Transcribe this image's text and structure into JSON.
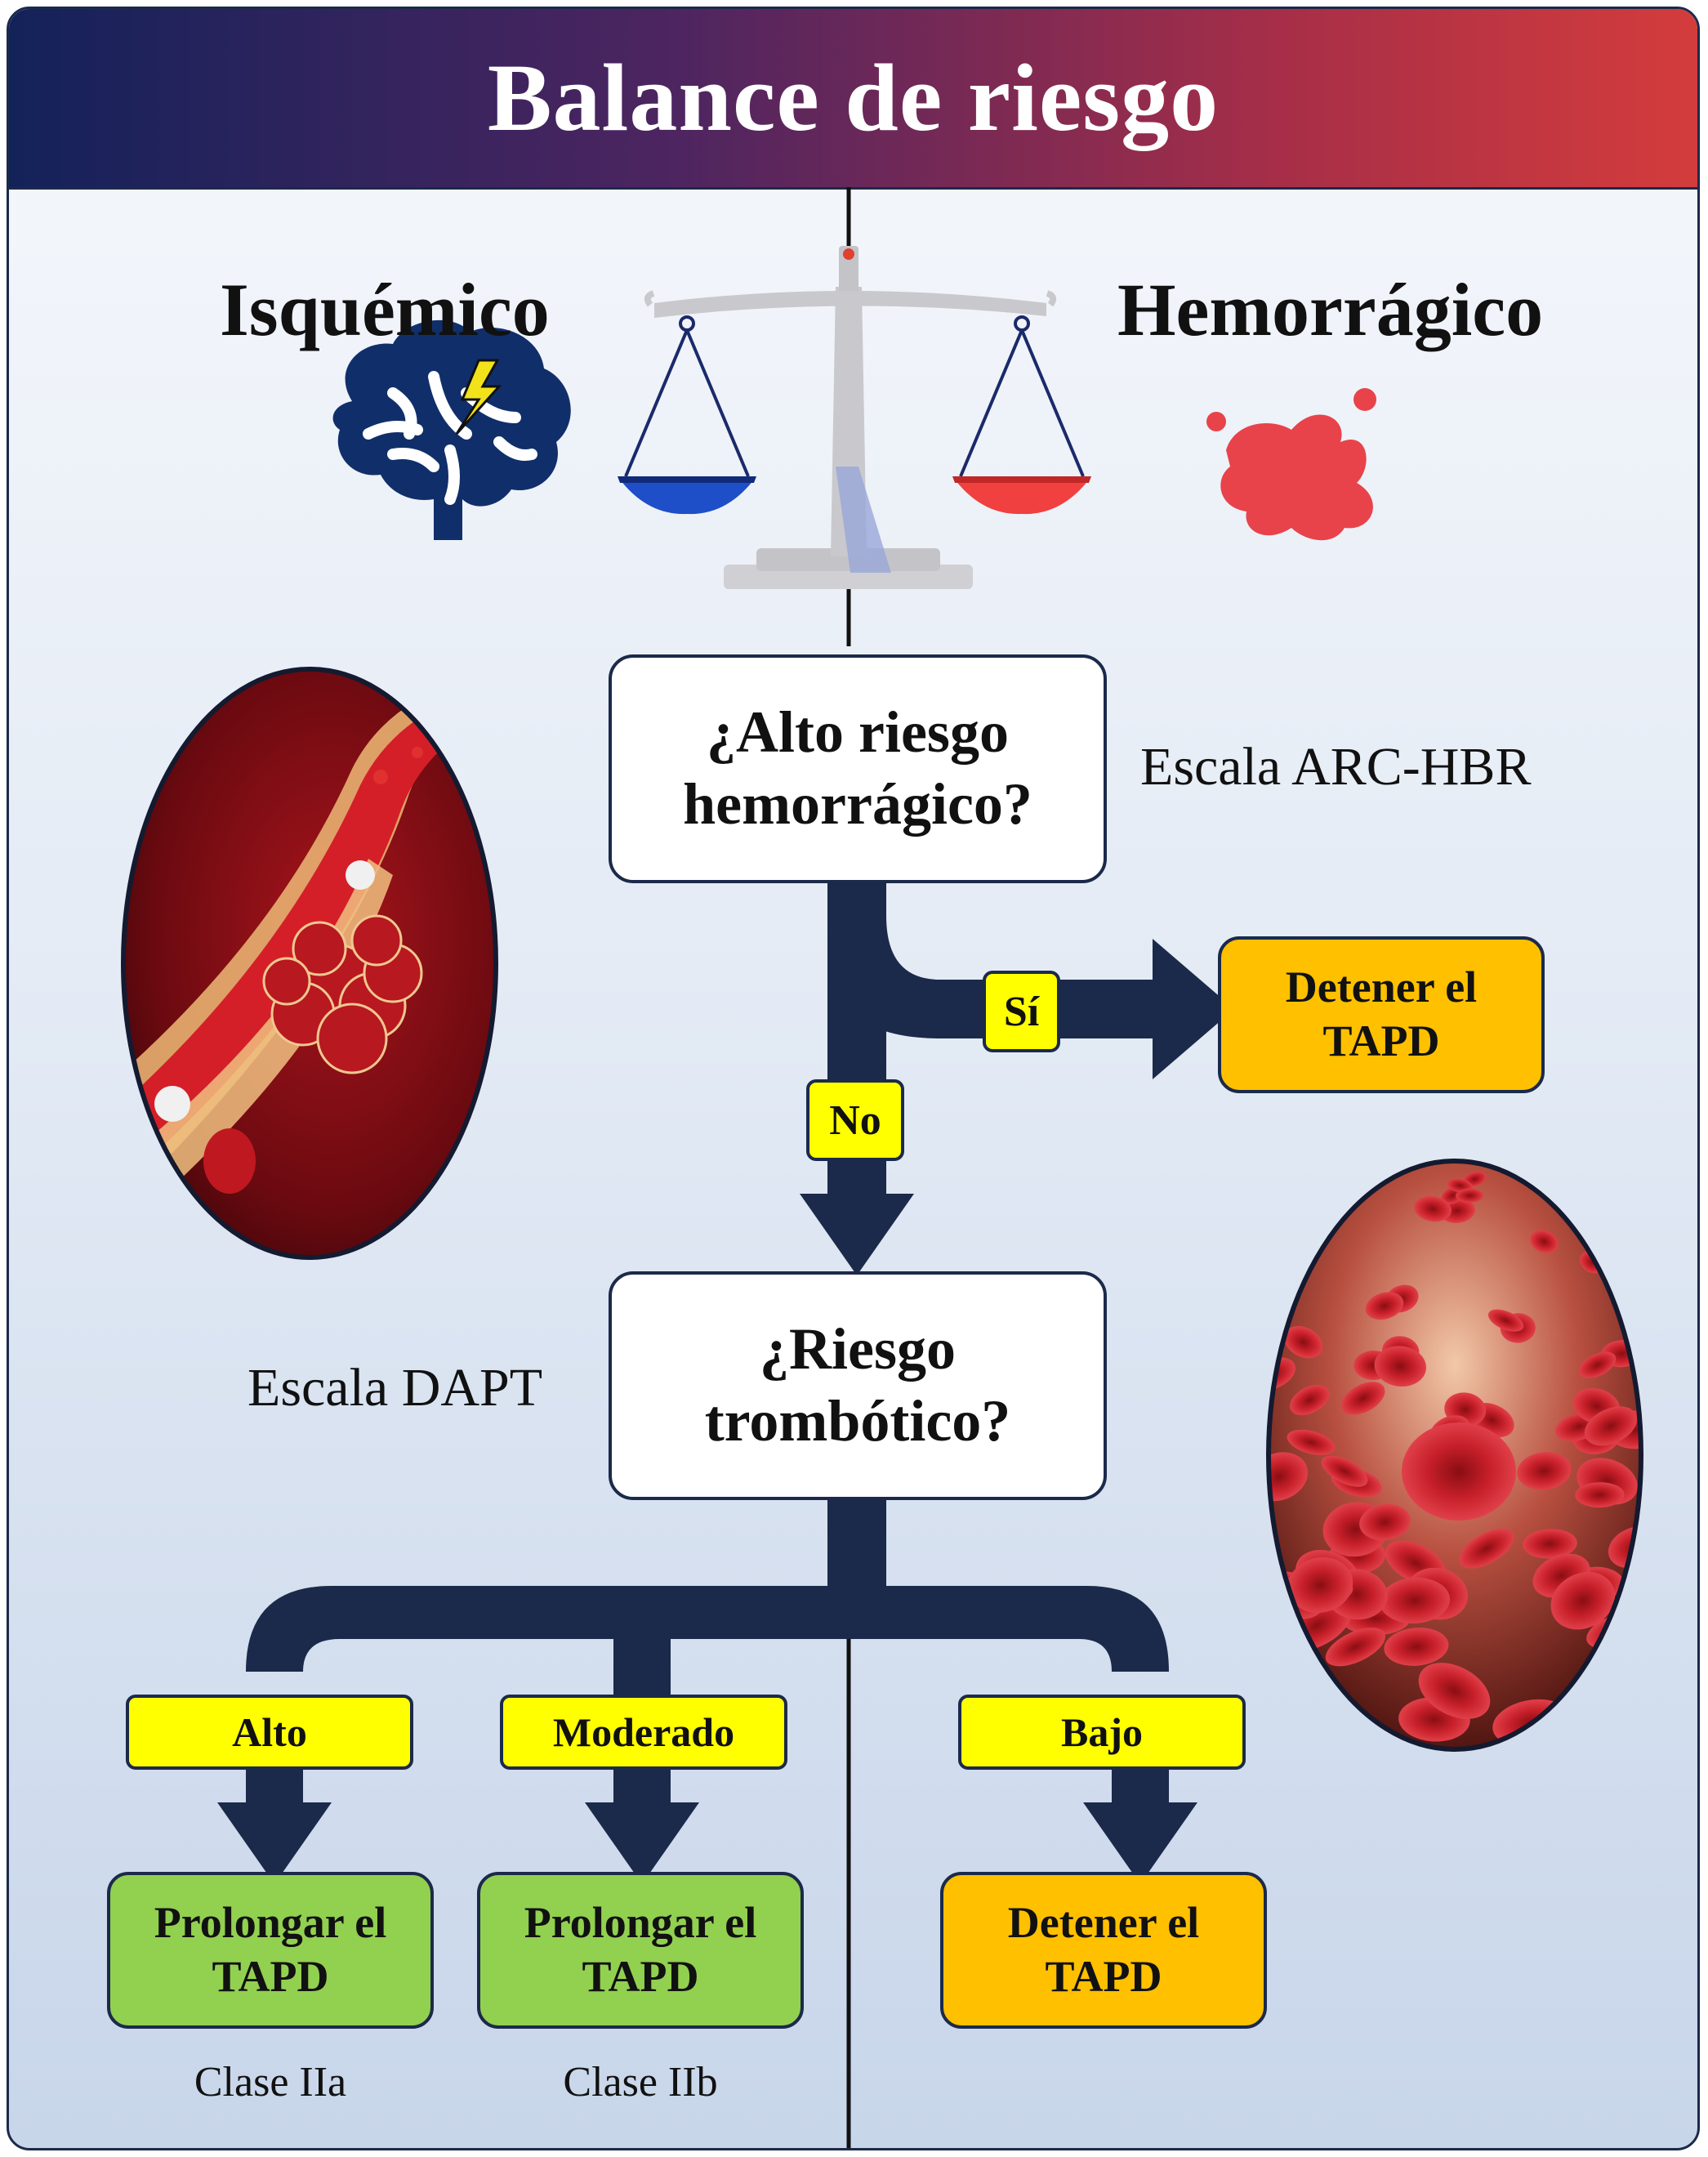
{
  "header": {
    "title": "Balance de riesgo"
  },
  "balance": {
    "left_label": "Isquémico",
    "right_label": "Hemorrágico"
  },
  "question1": {
    "line1": "¿Alto riesgo",
    "line2": "hemorrágico?",
    "scale_note": "Escala ARC-HBR"
  },
  "branch_yes": {
    "tag": "Sí",
    "action_line1": "Detener el",
    "action_line2": "TAPD"
  },
  "branch_no": {
    "tag": "No"
  },
  "question2": {
    "line1": "¿Riesgo",
    "line2": "trombótico?",
    "scale_note": "Escala DAPT"
  },
  "outcomes": [
    {
      "tag": "Alto",
      "line1": "Prolongar el",
      "line2": "TAPD",
      "class_label": "Clase IIa",
      "color": "#92d050"
    },
    {
      "tag": "Moderado",
      "line1": "Prolongar el",
      "line2": "TAPD",
      "class_label": "Clase IIb",
      "color": "#92d050"
    },
    {
      "tag": "Bajo",
      "line1": "Detener el",
      "line2": "TAPD",
      "class_label": "",
      "color": "#ffc000"
    }
  ],
  "colors": {
    "arrow": "#1b2a4a",
    "tag_fill": "#ffff00",
    "stop_fill": "#ffc000",
    "prolong_fill": "#92d050",
    "header_left": "#14225a",
    "header_right": "#d43c3c"
  },
  "icons": [
    "brain-lightning-icon",
    "blood-drop-icon",
    "balance-scale-icon",
    "clot-vessel-illustration",
    "red-blood-cells-illustration"
  ]
}
